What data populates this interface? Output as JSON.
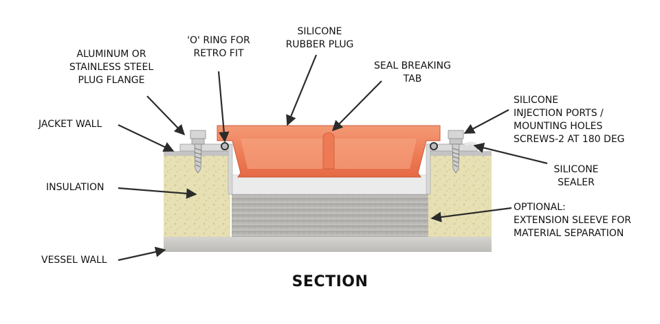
{
  "labels": {
    "plug_flange": [
      "ALUMINUM OR",
      "STAINLESS STEEL",
      "PLUG FLANGE"
    ],
    "o_ring": [
      "'O' RING FOR",
      "RETRO FIT"
    ],
    "rubber_plug": [
      "SILICONE",
      "RUBBER PLUG"
    ],
    "seal_tab": [
      "SEAL BREAKING",
      "TAB"
    ],
    "injection_ports": [
      "SILICONE",
      "INJECTION PORTS /",
      "MOUNTING HOLES",
      "SCREWS-2 AT 180 DEG"
    ],
    "jacket_wall": "JACKET WALL",
    "insulation": "INSULATION",
    "vessel_wall": "VESSEL WALL",
    "sealer": [
      "SILICONE",
      "SEALER"
    ],
    "sleeve": [
      "OPTIONAL:",
      "EXTENSION SLEEVE FOR",
      "MATERIAL SEPARATION"
    ]
  },
  "caption": "SECTION",
  "colors": {
    "plug_orange": "#ee7a55",
    "plug_light": "#f6a37f",
    "insulation": "#e6e0b4",
    "sleeve_gray": "#b9b7b4",
    "vessel_gray": "#cfcdca",
    "flange_metal": "#dcdcdc",
    "arrow": "#2b2b2b"
  }
}
